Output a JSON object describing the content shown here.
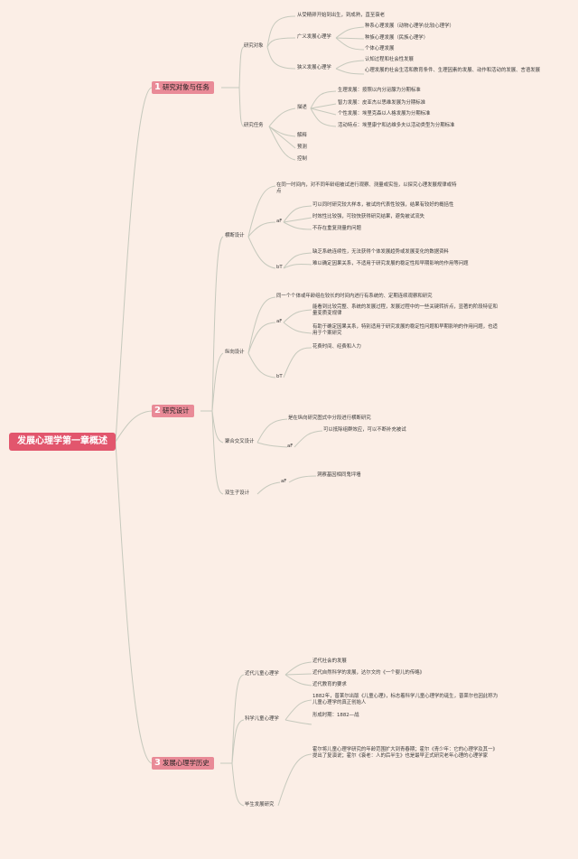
{
  "root": "发展心理学第一章概述",
  "sections": [
    {
      "num": "1",
      "label": "研究对象与任务"
    },
    {
      "num": "2",
      "label": "研究设计"
    },
    {
      "num": "3",
      "label": "发展心理学历史"
    }
  ],
  "s1": {
    "obj": "研究对象",
    "obj_a": "从受精卵开始到出生，到成熟，直至衰老",
    "broad": "广义发展心理学",
    "broad_items": [
      "种系心理发展（动物心理学/比较心理学）",
      "种族心理发展（民族心理学）",
      "个体心理发展"
    ],
    "narrow": "狭义发展心理学",
    "narrow_items": [
      "认知过程和社会性发展",
      "心理发展的社会生活和教育条件、生理因素的发展、动作和活动的发展、言语发展"
    ],
    "task": "研究任务",
    "describe": "描述",
    "describe_items": [
      "生理发展：按照以内分泌腺为分期标准",
      "智力发展：皮亚杰以思维发展为分期标准",
      "个性发展：埃里克森以人格发展为分期标准",
      "活动特点：埃里康宁和达维多夫以活动类型为分期标准"
    ],
    "others": [
      "解释",
      "预测",
      "控制"
    ]
  },
  "s2": {
    "cross": "横断设计",
    "cross_def": "在同一时间内，对不同年龄组被试进行观察、测量或实验，以探究心理发展规律或特点",
    "cross_adv_tag": "aF",
    "cross_adv": [
      "可以同时研究较大样本，被试的代表性较强，结果有较好的概括性",
      "时效性比较强，可较快获得研究结果，避免被试流失",
      "不存在重复测量的问题"
    ],
    "cross_dis_tag": "bT",
    "cross_dis": [
      "缺乏系统连续性，无法获得个体发展趋势或发展变化的数据资料",
      "难以确定因果关系，不适用于研究发展的稳定性和早期影响的作用等问题"
    ],
    "long": "纵向设计",
    "long_def": "同一个个体或年龄组在较长的时间内进行有系统的、定期连续观察和研究",
    "long_adv_tag": "aF",
    "long_adv": [
      "能看到比较完整、系统的发展过程，发展过程中的一些关键转折点，显著的阶段特征和量变质变规律",
      "有助于确定因果关系，特别适用于研究发展的稳定性问题和早期影响的作用问题，也适用于个案研究"
    ],
    "long_dis_tag": "bT",
    "long_dis": [
      "花费时间、经费和人力"
    ],
    "seq": "聚合交叉设计",
    "seq_def": "是在纵向研究图式中分段进行横断研究",
    "seq_adv_tag": "aF",
    "seq_adv": [
      "可以抵除组群效应，可以不断补充被试"
    ],
    "twin": "双生子设计",
    "twin_tag": "aF",
    "twin_adv": [
      "洞察基因相同鬼坪墙"
    ]
  },
  "s3": {
    "modern": "近代儿童心理学",
    "modern_items": [
      "近代社会的发展",
      "近代自然科学的发展，达尔文的《一个婴儿的传略》",
      "近代教育的要求"
    ],
    "science": "科学儿童心理学",
    "science_items": [
      "1882年，普莱尔出版《儿童心理》，标志着科学儿童心理学的诞生，普莱尔也因此称为儿童心理学的真正创始人",
      "形成时期：1882—战"
    ],
    "life": "毕生发展研究",
    "life_items": [
      "霍尔将儿童心理学研究的年龄范围扩大到青春期；霍尔《青少年：它的心理学及其一》提出了复演说；霍尔《衰老：人的后半生》也是最早正式研究老年心理的心理学家"
    ]
  }
}
